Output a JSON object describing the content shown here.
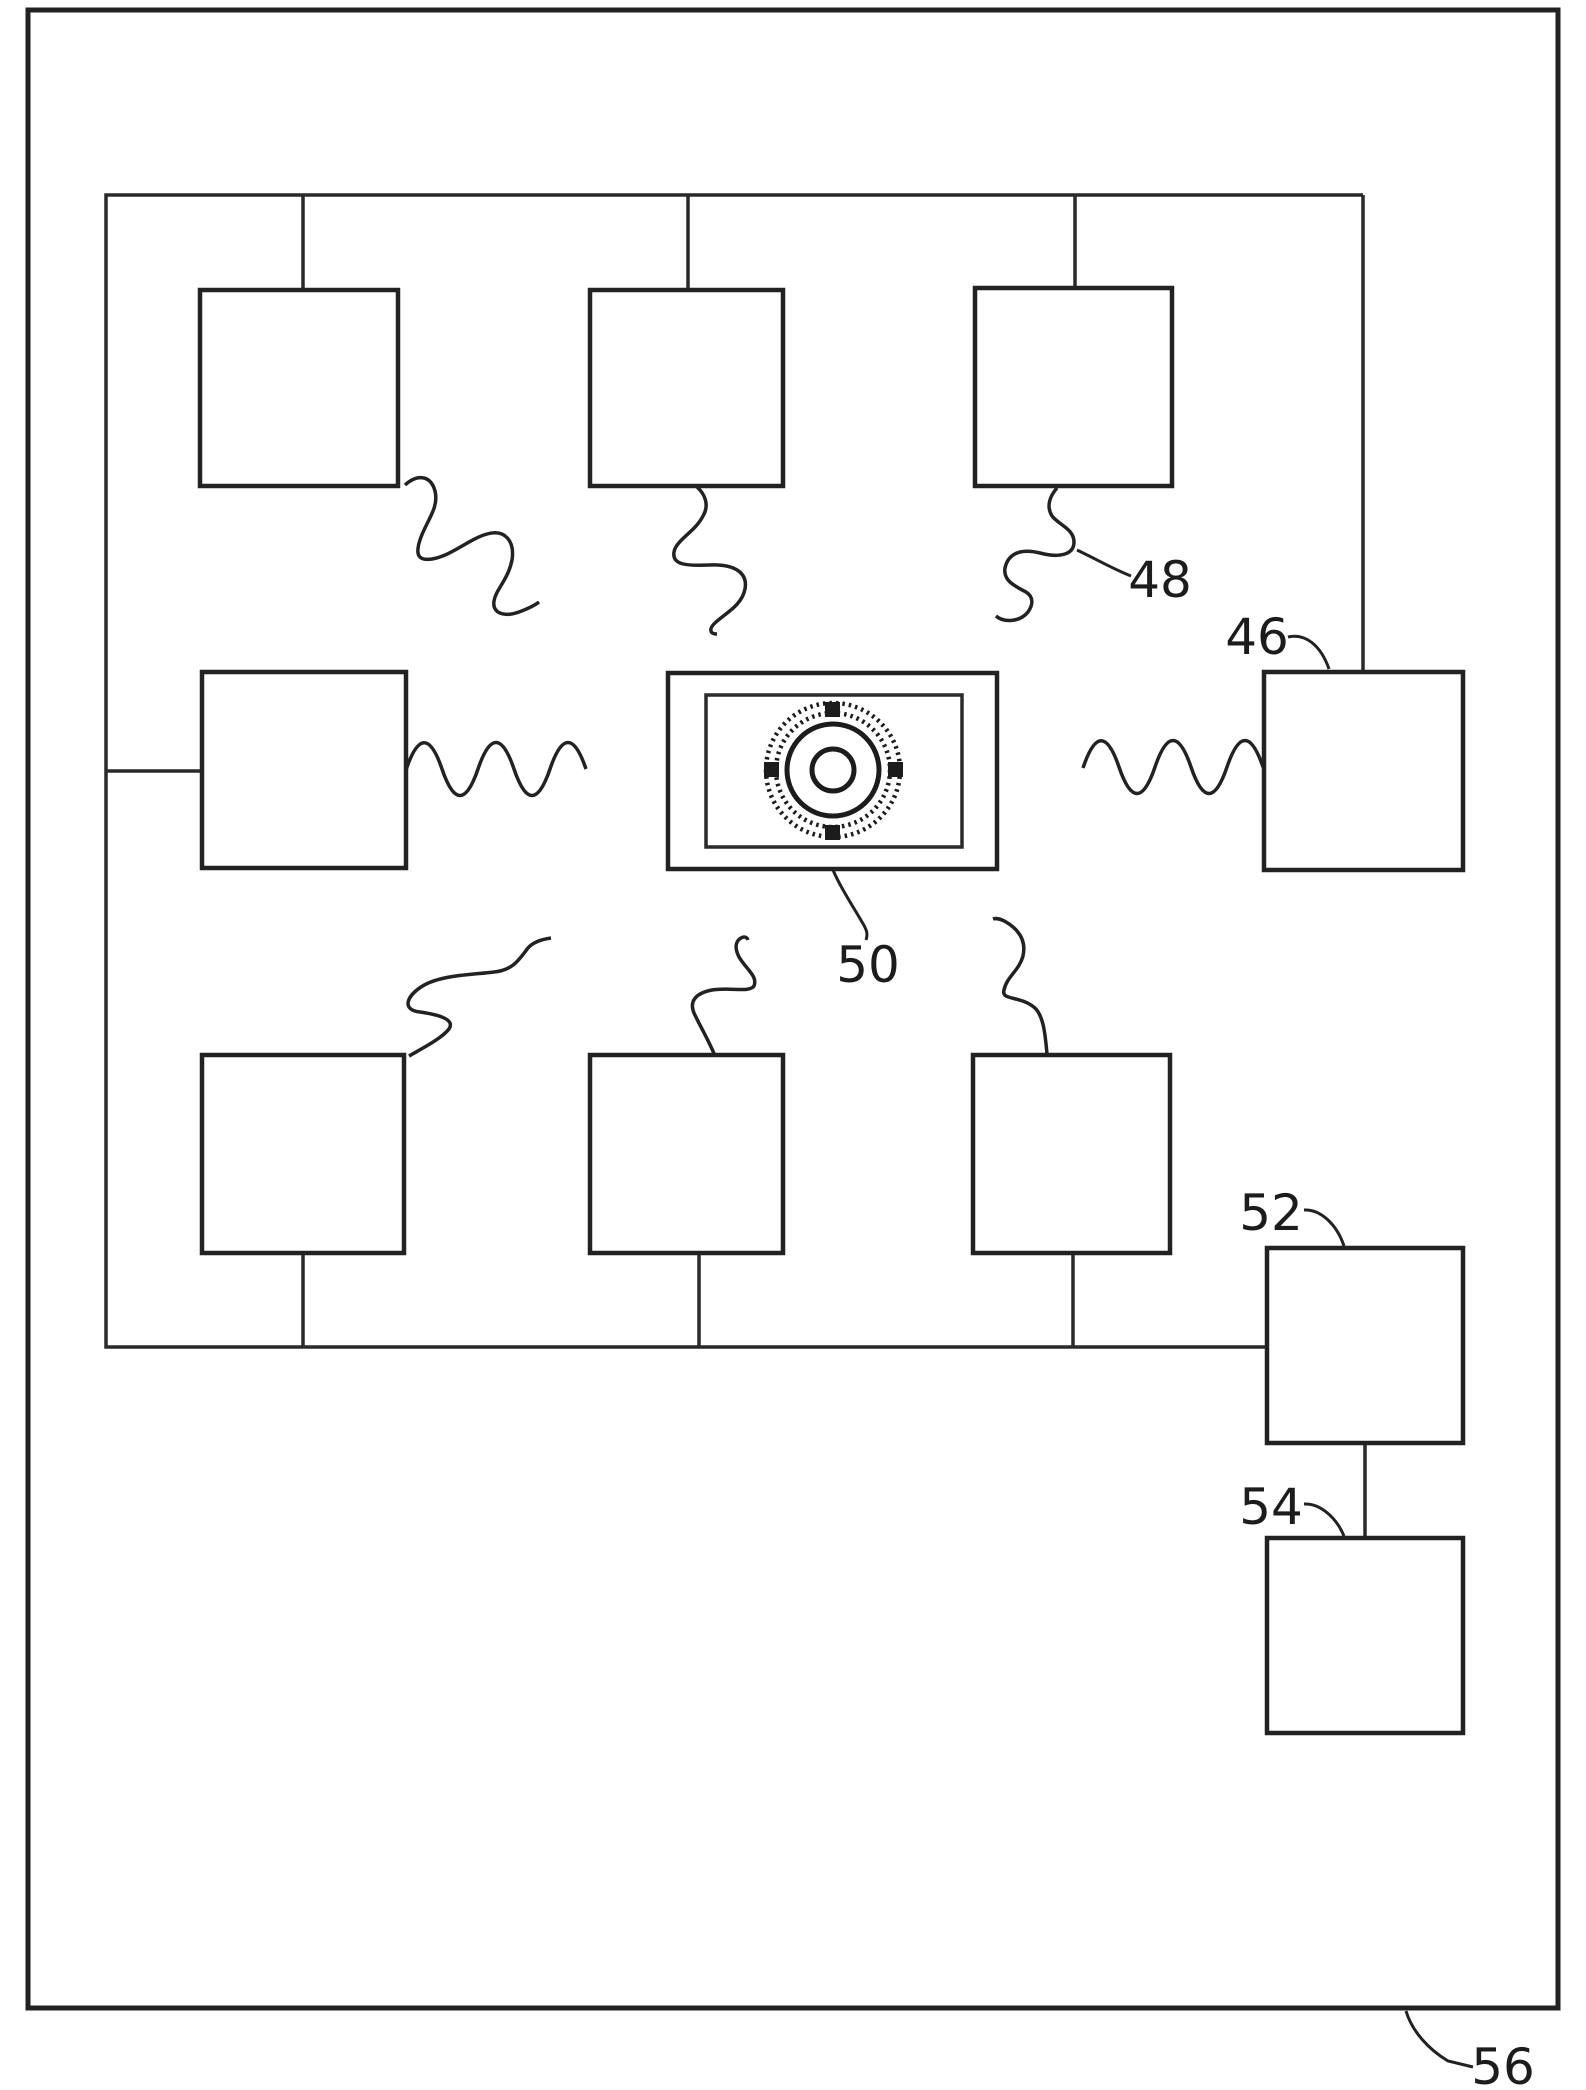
{
  "figure": {
    "background": "#ffffff",
    "ink": "#222222",
    "reference_labels": {
      "l46": "46",
      "l48": "48",
      "l50": "50",
      "l52": "52",
      "l54": "54",
      "l56": "56"
    }
  }
}
